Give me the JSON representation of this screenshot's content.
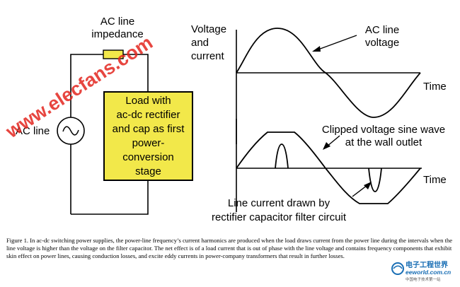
{
  "circuit": {
    "impedance_label_line1": "AC line",
    "impedance_label_line2": "impedance",
    "source_label": "AC line",
    "load_line1": "Load with",
    "load_line2": "ac-dc rectifier",
    "load_line3": "and cap as first",
    "load_line4": "power-conversion",
    "load_line5": "stage"
  },
  "top_plot": {
    "ylabel_line1": "Voltage",
    "ylabel_line2": "and",
    "ylabel_line3": "current",
    "annotation_line1": "AC line",
    "annotation_line2": "voltage",
    "time_label": "Time"
  },
  "bottom_plot": {
    "annotation_line1": "Clipped voltage sine wave",
    "annotation_line2": "at the wall outlet",
    "time_label": "Time",
    "current_label_line1": "Line current drawn by",
    "current_label_line2": "rectifier capacitor filter circuit"
  },
  "caption": "Figure 1. In ac-dc switching power supplies, the power-line frequency’s current harmonics are produced when the load draws current from the power line during the intervals when the line voltage is higher than the voltage on the filter capacitor. The net effect is of a load current that is out of phase with the line voltage and contains frequency components that exhibit skin effect on power lines, causing conduction losses, and excite eddy currents in power-company transformers that result in further losses.",
  "watermark_text": "www.elecfans.com",
  "logo": {
    "chinese": "电子工程世界",
    "url": "eeworld.com.cn",
    "tagline": "中国电子技术第一站"
  },
  "colors": {
    "load_fill": "#f2e84a",
    "watermark": "#e3261f",
    "logo_blue": "#1a6fb5"
  }
}
